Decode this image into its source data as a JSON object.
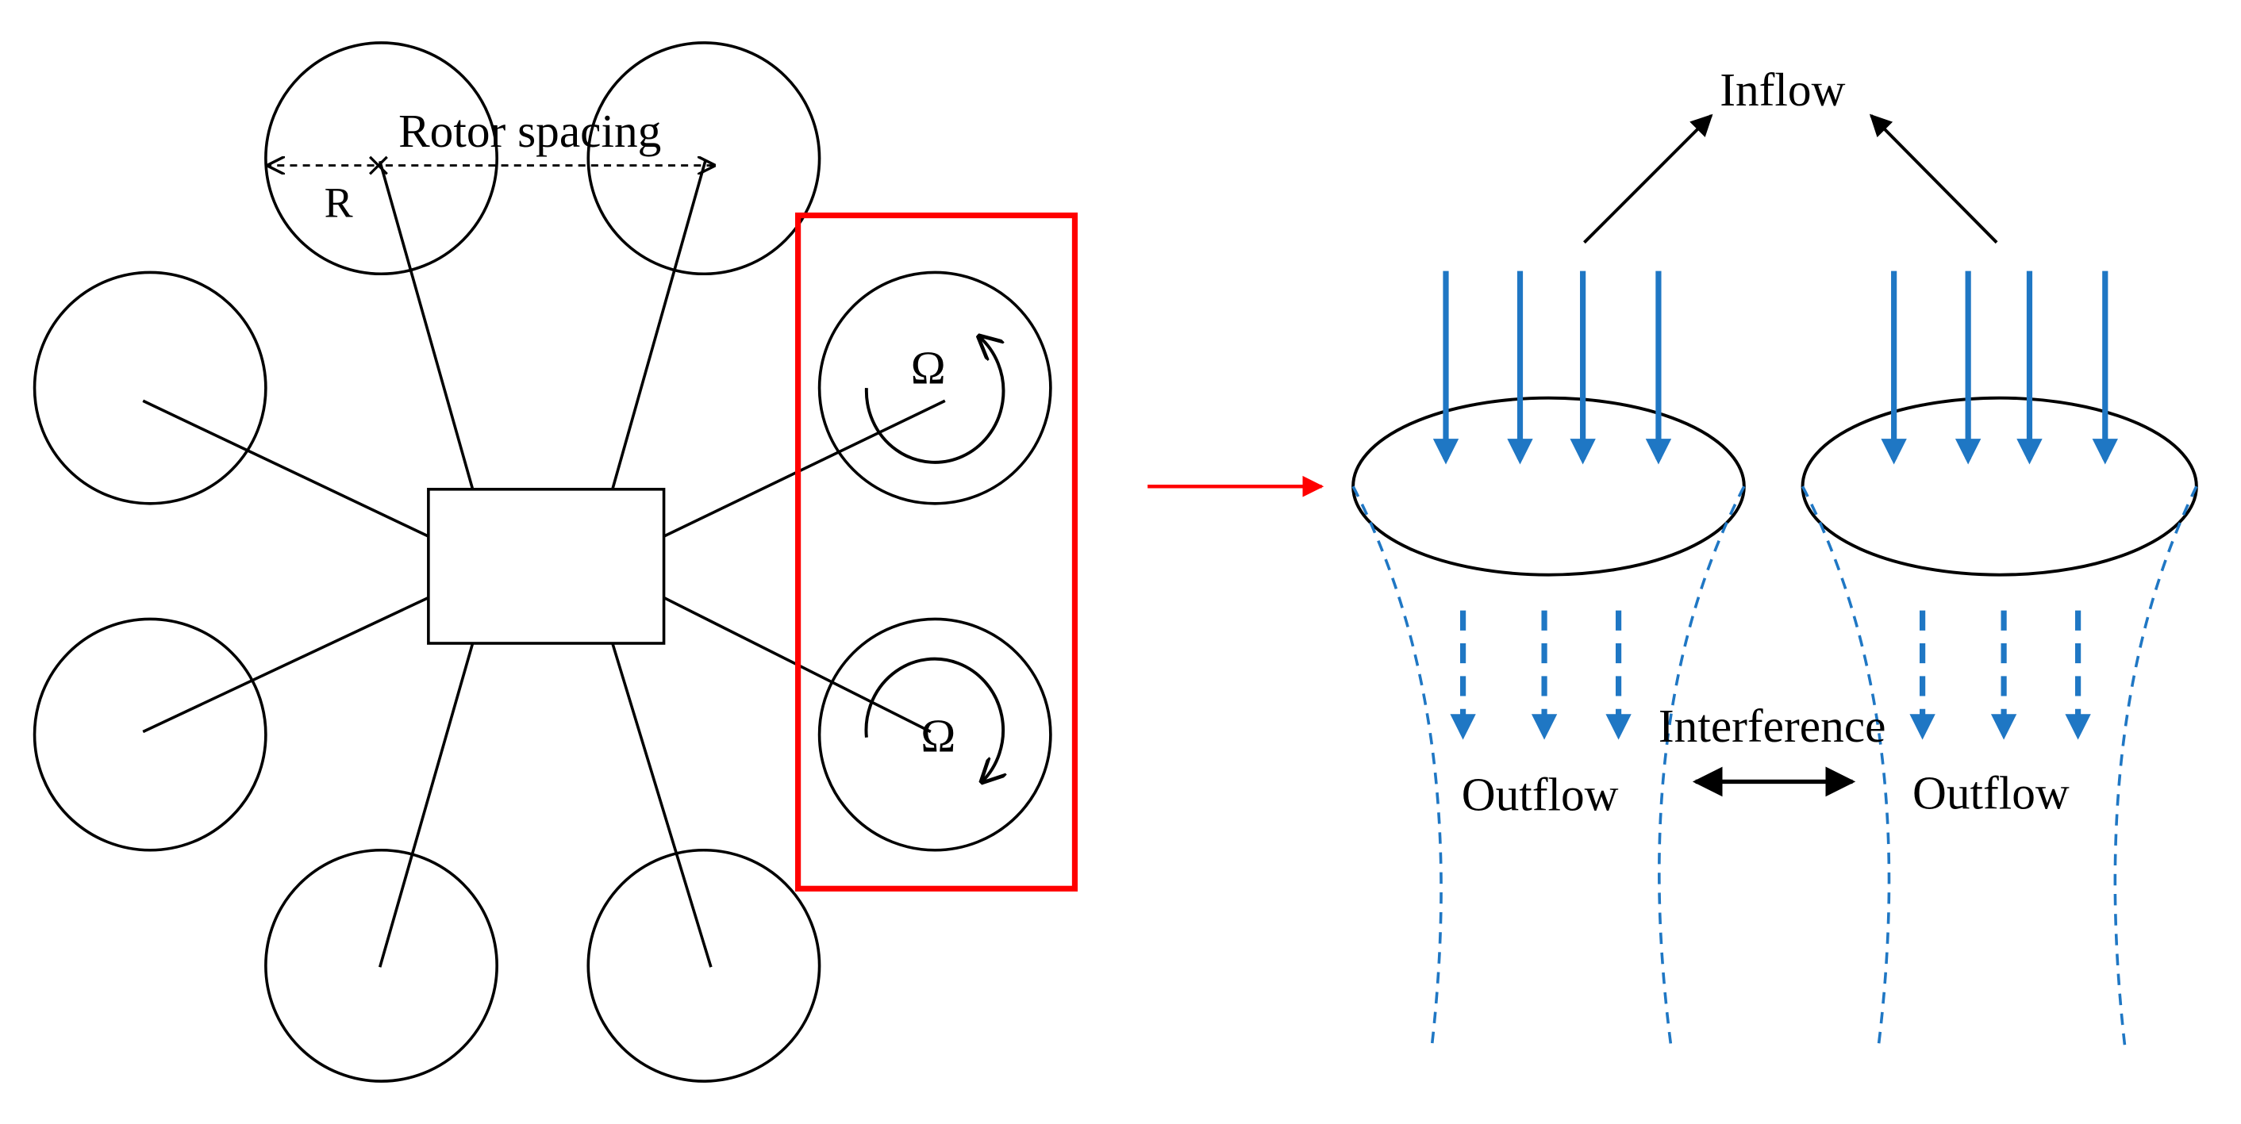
{
  "labels": {
    "rotor_spacing": "Rotor spacing",
    "radius": "R",
    "omega_top": "Ω",
    "omega_bottom": "Ω",
    "inflow": "Inflow",
    "interference": "Interference",
    "outflow_left": "Outflow",
    "outflow_right": "Outflow"
  },
  "colors": {
    "line": "#000000",
    "highlight": "#ff0000",
    "flow": "#1f77c4"
  }
}
